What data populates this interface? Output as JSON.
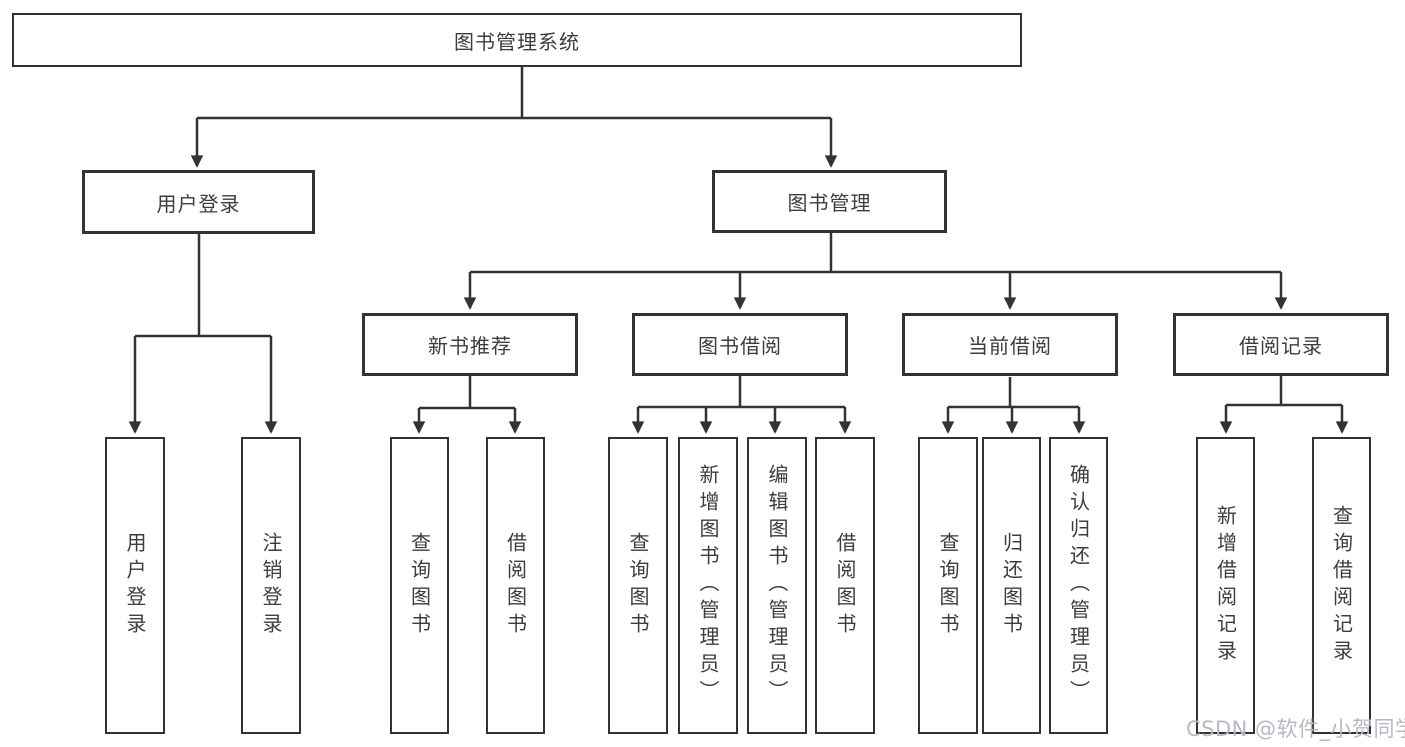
{
  "tree": {
    "root": "图书管理系统",
    "branches": [
      {
        "label": "用户登录",
        "children": [
          "用户登录",
          "注销登录"
        ]
      },
      {
        "label": "图书管理",
        "sections": [
          {
            "label": "新书推荐",
            "children": [
              "查询图书",
              "借阅图书"
            ]
          },
          {
            "label": "图书借阅",
            "children": [
              "查询图书",
              "新增图书（管理员）",
              "编辑图书（管理员）",
              "借阅图书"
            ]
          },
          {
            "label": "当前借阅",
            "children": [
              "查询图书",
              "归还图书",
              "确认归还（管理员）"
            ]
          },
          {
            "label": "借阅记录",
            "children": [
              "新增借阅记录",
              "查询借阅记录"
            ]
          }
        ]
      }
    ]
  },
  "watermark": {
    "text": "CSDN @软件_小贺同学"
  },
  "colors": {
    "line": "#333333",
    "border": "#333333",
    "text": "#3d3d3d",
    "background": "#ffffff",
    "watermark": "#b6bac2"
  }
}
